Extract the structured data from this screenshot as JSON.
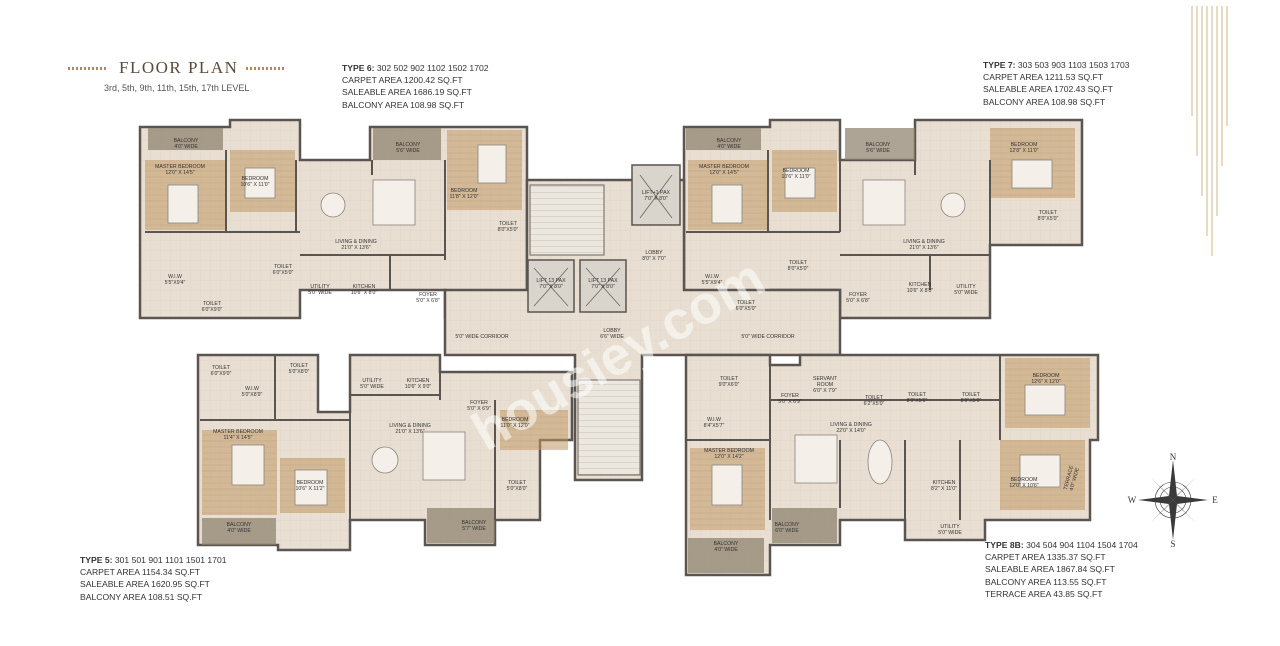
{
  "header": {
    "title": "FLOOR PLAN",
    "subtitle": "3rd, 5th, 9th, 11th, 15th, 17th LEVEL"
  },
  "units": {
    "type6": {
      "heading": "TYPE 6:",
      "units": "302 502 902 1102 1502 1702",
      "carpet": "CARPET AREA 1200.42 SQ.FT",
      "saleable": "SALEABLE AREA 1686.19 SQ.FT",
      "balcony": "BALCONY AREA 108.98 SQ.FT"
    },
    "type7": {
      "heading": "TYPE 7:",
      "units": "303 503 903 1103 1503 1703",
      "carpet": "CARPET AREA 1211.53 SQ.FT",
      "saleable": "SALEABLE AREA 1702.43 SQ.FT",
      "balcony": "BALCONY AREA 108.98 SQ.FT"
    },
    "type5": {
      "heading": "TYPE 5:",
      "units": "301 501 901 1101 1501 1701",
      "carpet": "CARPET AREA 1154.34 SQ.FT",
      "saleable": "SALEABLE AREA 1620.95 SQ.FT",
      "balcony": "BALCONY AREA 108.51 SQ.FT"
    },
    "type8b": {
      "heading": "TYPE 8B:",
      "units": "304 504 904 1104 1504 1704",
      "carpet": "CARPET AREA 1335.37 SQ.FT",
      "saleable": "SALEABLE AREA 1867.84 SQ.FT",
      "balcony": "BALCONY AREA 113.55 SQ.FT",
      "terrace": "TERRACE AREA 43.85 SQ.FT"
    }
  },
  "rooms": {
    "t6_balcony1": [
      "BALCONY",
      "4'0\" WIDE"
    ],
    "t6_master": [
      "MASTER BEDROOM",
      "12'0\" X 14'5\""
    ],
    "t6_bed1": [
      "BEDROOM",
      "10'6\" X 11'0\""
    ],
    "t6_balcony2": [
      "BALCONY",
      "5'6\" WIDE"
    ],
    "t6_bed2": [
      "BEDROOM",
      "11'8\" X 12'0\""
    ],
    "t6_toilet_a": [
      "TOILET",
      "8'0\"X5'0\""
    ],
    "t6_toilet_b": [
      "TOILET",
      "6'0\"X5'0\""
    ],
    "t6_toilet_c": [
      "TOILET",
      "6'0\"X9'0\""
    ],
    "t6_living": [
      "LIVING & DINING",
      "21'0\" X 13'6\""
    ],
    "t6_wiw": [
      "W.I.W",
      "5'5\"X9'4\""
    ],
    "t6_utility": [
      "UTILITY",
      "5'0\" WIDE"
    ],
    "t6_kitchen": [
      "KITCHEN",
      "10'6\" X 8'0\""
    ],
    "t6_foyer": [
      "FOYER",
      "5'0\" X 6'8\""
    ],
    "core_lift_fire": [
      "LIFT+1 PAX",
      "7'0\" X 8'0\""
    ],
    "core_lobby1": [
      "LOBBY",
      "8'0\" X 7'0\""
    ],
    "core_lift_a": [
      "LIFT 13 PAX",
      "7'0\" X 8'0\""
    ],
    "core_lift_b": [
      "LIFT 13 PAX",
      "7'0\" X 8'0\""
    ],
    "core_corridor_l": [
      "5'0\" WIDE CORRIDOR"
    ],
    "core_corridor_r": [
      "5'0\" WIDE CORRIDOR"
    ],
    "core_lobby2": [
      "LOBBY",
      "6'6\" WIDE"
    ],
    "t7_balcony1": [
      "BALCONY",
      "4'0\" WIDE"
    ],
    "t7_master": [
      "MASTER BEDROOM",
      "12'0\" X 14'5\""
    ],
    "t7_bed1": [
      "BEDROOM",
      "10'6\" X 11'0\""
    ],
    "t7_balcony2": [
      "BALCONY",
      "5'6\" WIDE"
    ],
    "t7_bed2": [
      "BEDROOM",
      "12'8\" X 11'0\""
    ],
    "t7_toilet_a": [
      "TOILET",
      "8'0\"X5'0\""
    ],
    "t7_toilet_b": [
      "TOILET",
      "8'0\"X5'0\""
    ],
    "t7_toilet_c": [
      "TOILET",
      "6'0\"X5'0\""
    ],
    "t7_living": [
      "LIVING & DINING",
      "21'0\" X 13'6\""
    ],
    "t7_wiw": [
      "W.I.W",
      "5'5\"X9'4\""
    ],
    "t7_foyer": [
      "FOYER",
      "5'0\" X 6'8\""
    ],
    "t7_kitchen": [
      "KITCHEN",
      "10'6\" X 8'0\""
    ],
    "t7_utility": [
      "UTILITY",
      "5'0\" WIDE"
    ],
    "t5_toilet_a": [
      "TOILET",
      "6'0\"X9'0\""
    ],
    "t5_wiw": [
      "W.I.W",
      "5'0\"X8'9\""
    ],
    "t5_toilet_b": [
      "TOILET",
      "5'0\"X8'0\""
    ],
    "t5_utility": [
      "UTILITY",
      "5'0\" WIDE"
    ],
    "t5_kitchen": [
      "KITCHEN",
      "10'6\" X 9'0\""
    ],
    "t5_foyer": [
      "FOYER",
      "5'0\" X 6'9\""
    ],
    "t5_bed2": [
      "BEDROOM",
      "11'0\" X 12'0\""
    ],
    "t5_master": [
      "MASTER BEDROOM",
      "11'4\" X 14'5\""
    ],
    "t5_living": [
      "LIVING & DINING",
      "21'0\" X 13'6\""
    ],
    "t5_bed1": [
      "BEDROOM",
      "10'6\" X 11'2\""
    ],
    "t5_toilet_c": [
      "TOILET",
      "5'0\"X8'0\""
    ],
    "t5_balcony1": [
      "BALCONY",
      "4'0\" WIDE"
    ],
    "t5_balcony2": [
      "BALCONY",
      "5'7\" WIDE"
    ],
    "t8_toilet_a": [
      "TOILET",
      "9'0\"X6'0\""
    ],
    "t8_foyer": [
      "FOYER",
      "5'0\" X 6'9\""
    ],
    "t8_servant": [
      "SERVANT",
      "ROOM",
      "6'0\" X 7'9\""
    ],
    "t8_toilet_b": [
      "TOILET",
      "6'2\"X5'0\""
    ],
    "t8_toilet_c": [
      "TOILET",
      "8'0\"X5'0\""
    ],
    "t8_toilet_d": [
      "TOILET",
      "8'0\"X5'0\""
    ],
    "t8_bed2": [
      "BEDROOM",
      "12'6\" X 12'0\""
    ],
    "t8_wiw": [
      "W.I.W",
      "8'4\"X5'7\""
    ],
    "t8_living": [
      "LIVING & DINING",
      "22'0\" X 14'0\""
    ],
    "t8_master": [
      "MASTER BEDROOM",
      "12'0\" X 14'2\""
    ],
    "t8_kitchen": [
      "KITCHEN",
      "8'2\" X 11'0\""
    ],
    "t8_bed1": [
      "BEDROOM",
      "12'0\" X 10'6\""
    ],
    "t8_balcony1": [
      "BALCONY",
      "6'0\" WIDE"
    ],
    "t8_utility": [
      "UTILITY",
      "5'0\" WIDE"
    ],
    "t8_balcony2": [
      "BALCONY",
      "4'0\" WIDE"
    ],
    "t8_terrace": [
      "TERRACE",
      "4'0\" WIDE"
    ]
  },
  "compass": {
    "n": "N",
    "s": "S",
    "e": "E",
    "w": "W"
  },
  "watermark": "housiey.com",
  "colors": {
    "wall": "#5a5550",
    "floor": "#e6ddd0",
    "wood": "#b98a52",
    "accent": "#b58a4e"
  }
}
